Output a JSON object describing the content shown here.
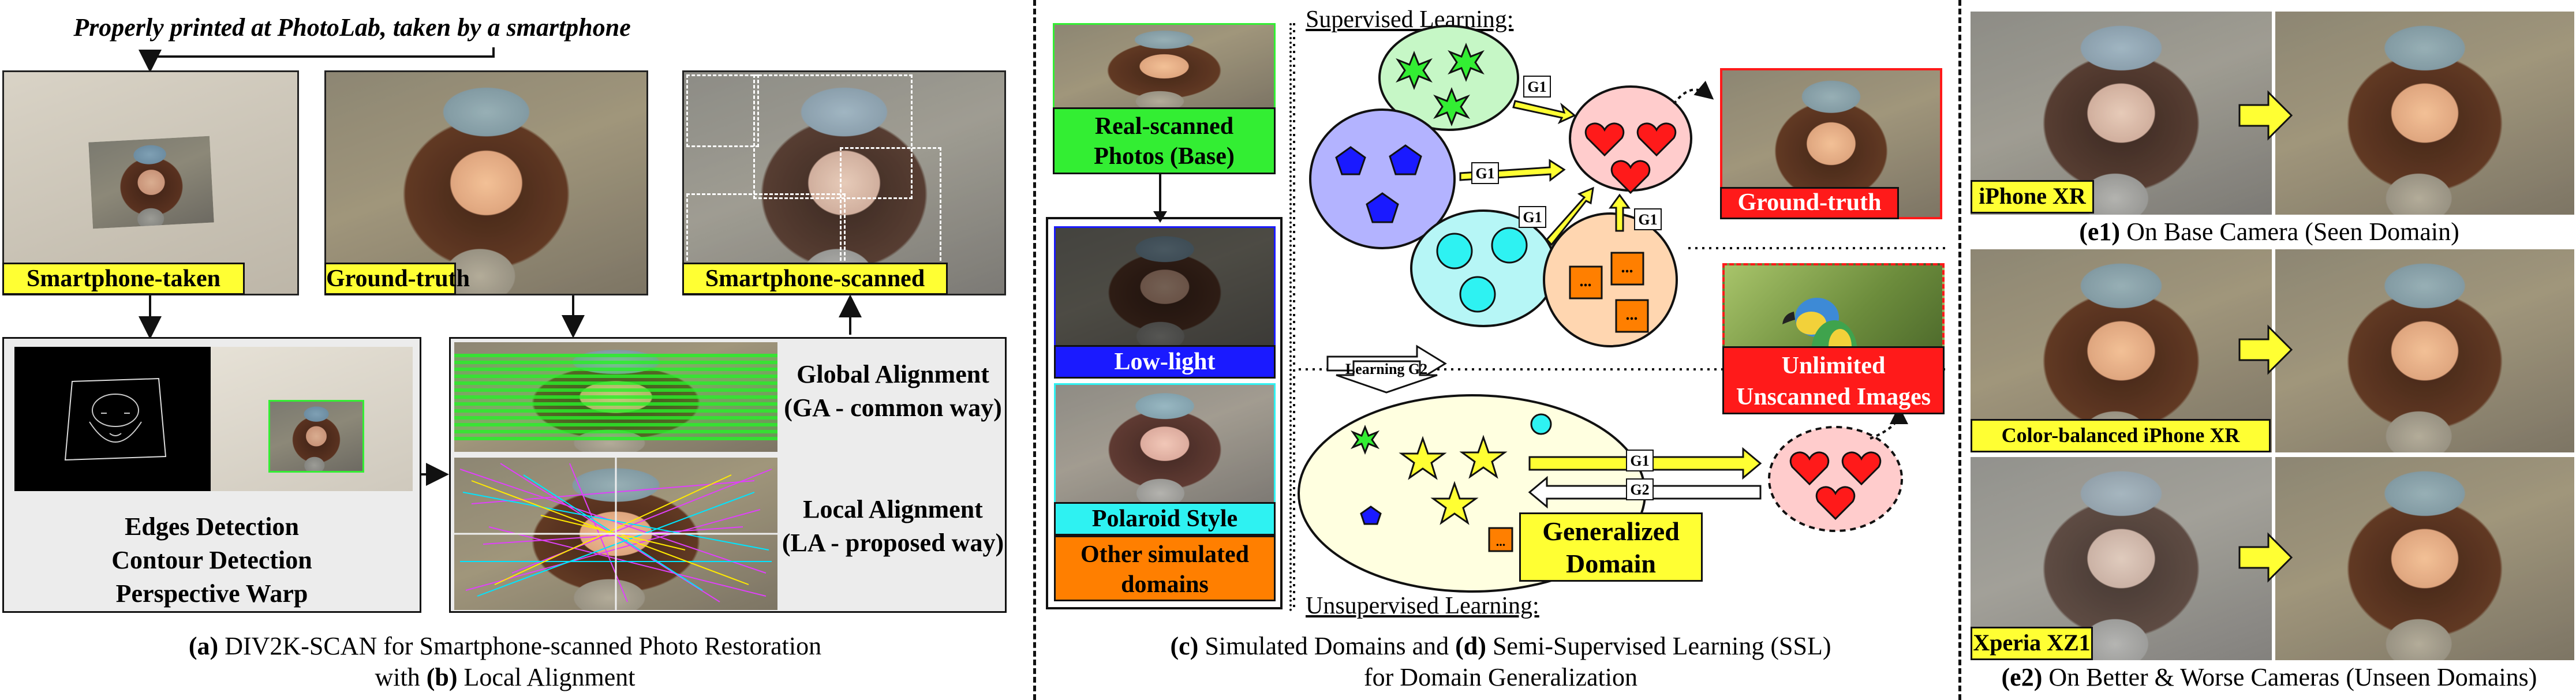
{
  "panel_a": {
    "top_caption": "Properly printed at PhotoLab, taken by a smartphone",
    "label_smartphone_taken": "Smartphone-taken",
    "label_ground_truth": "Ground-truth",
    "label_smartphone_scanned": "Smartphone-scanned",
    "steps": [
      "Edges Detection",
      "Contour Detection",
      "Perspective Warp"
    ],
    "global_alignment": [
      "Global Alignment",
      "(GA - common way)"
    ],
    "local_alignment": [
      "Local Alignment",
      "(LA - proposed way)"
    ],
    "caption_a_letter": "(a)",
    "caption_a_text": "DIV2K-SCAN for Smartphone-scanned Photo Restoration",
    "caption_b_prefix": "with",
    "caption_b_letter": "(b)",
    "caption_b_text": "Local Alignment"
  },
  "panel_c": {
    "base_label": [
      "Real-scanned",
      "Photos (Base)"
    ],
    "low_light": "Low-light",
    "polaroid": "Polaroid Style",
    "other": [
      "Other simulated",
      "domains"
    ],
    "caption_c_letter": "(c)",
    "caption_c_text": "Simulated Domains and",
    "caption_d_letter": "(d)",
    "caption_d_text": "Semi-Supervised Learning (SSL)",
    "caption_line2": "for Domain Generalization"
  },
  "panel_d": {
    "supervised_title": "Supervised Learning:",
    "unsupervised_title": "Unsupervised Learning:",
    "g1": "G1",
    "g2": "G2",
    "learning_g2": "Learning G2",
    "ground_truth": "Ground-truth",
    "unlimited": [
      "Unlimited",
      "Unscanned Images"
    ],
    "generalized": [
      "Generalized",
      "Domain"
    ],
    "square_dots": "..."
  },
  "panel_e": {
    "iphone": "iPhone XR",
    "color_balanced": "Color-balanced iPhone XR",
    "xperia": "Xperia XZ1",
    "caption_e1_letter": "(e1)",
    "caption_e1_text": "On Base Camera (Seen Domain)",
    "caption_e2_letter": "(e2)",
    "caption_e2_text": "On Better & Worse Cameras (Unseen Domains)"
  },
  "colors": {
    "yellow": "#ffff33",
    "red": "#ff1a1a",
    "green": "#33ee33",
    "blue": "#1a1aff",
    "cyan": "#2ef2f2",
    "orange": "#ff7f00"
  }
}
